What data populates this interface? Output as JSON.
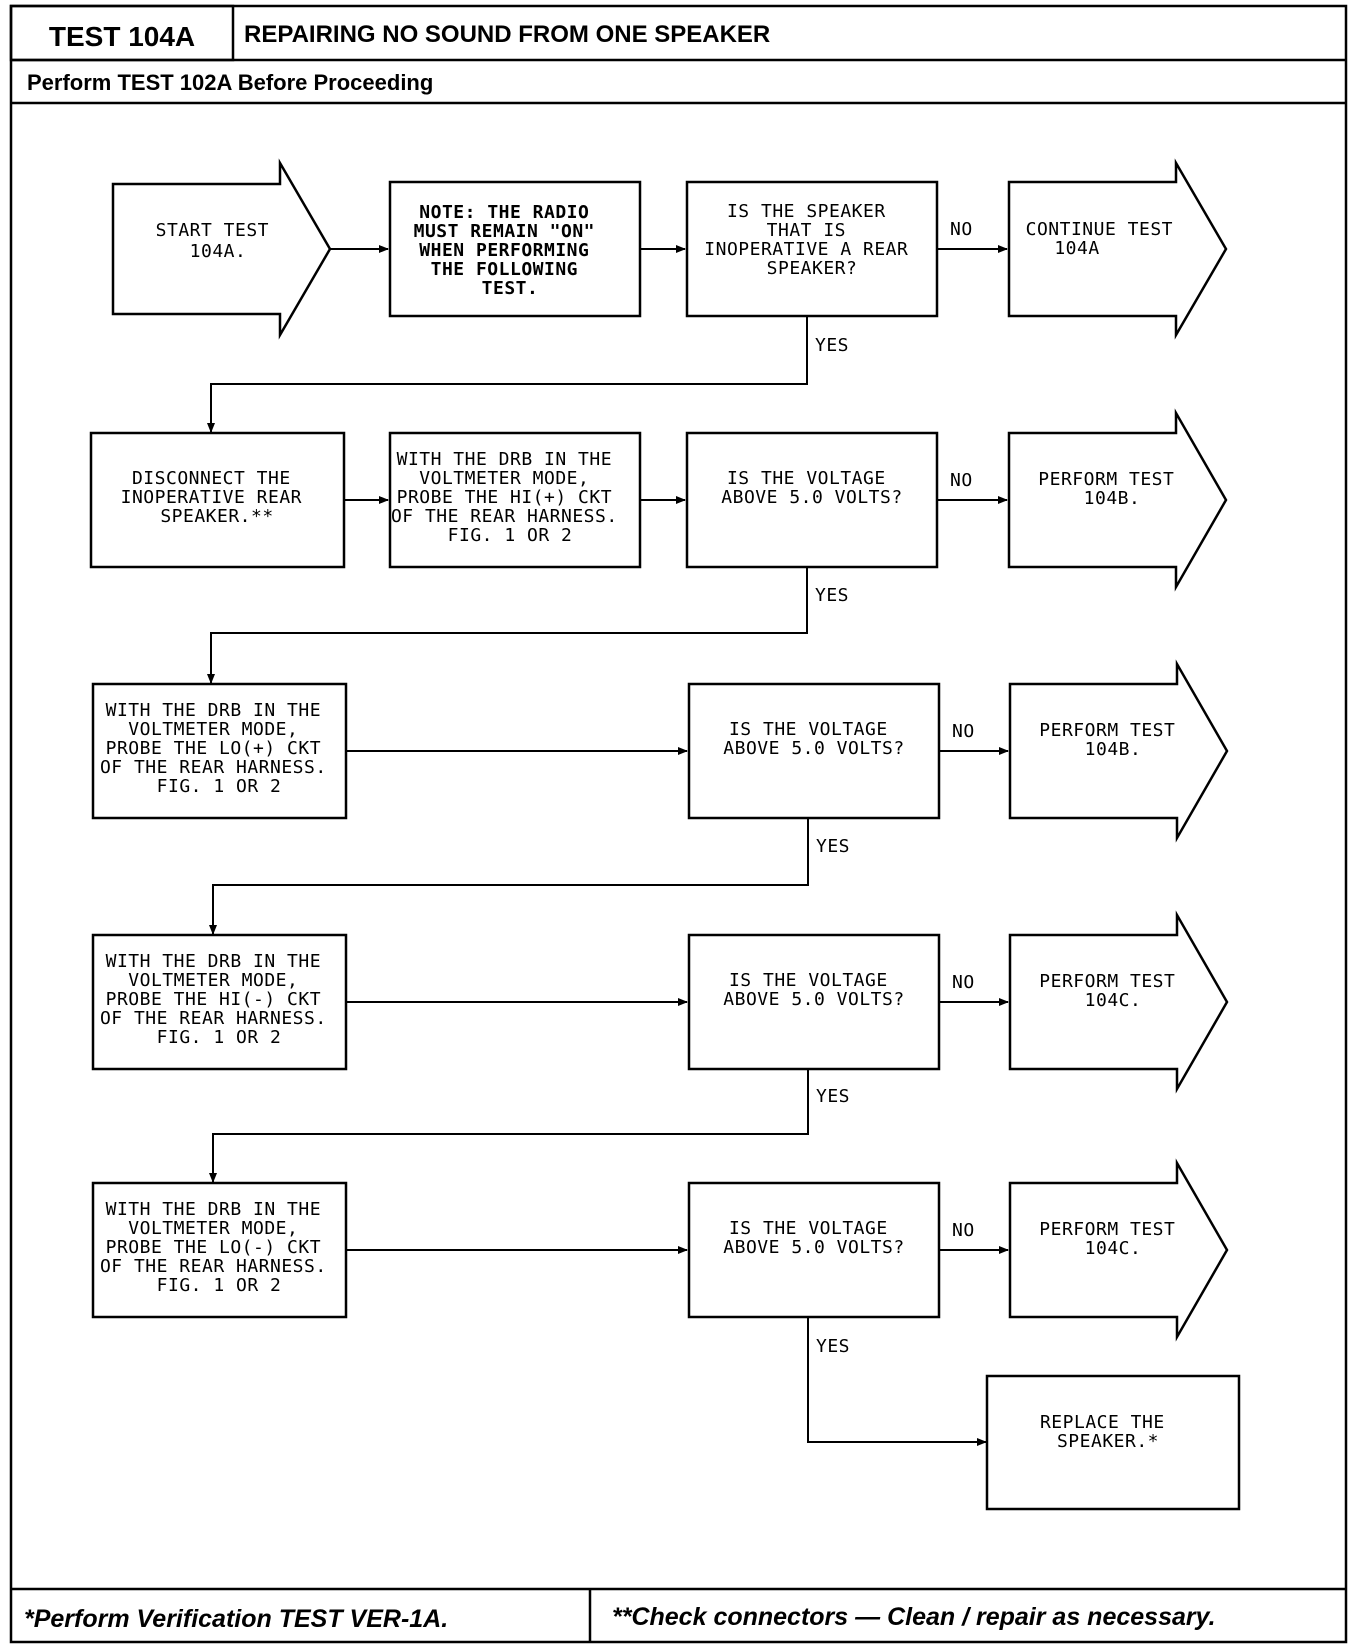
{
  "header": {
    "test_id": "TEST 104A",
    "title": "REPAIRING NO SOUND FROM ONE SPEAKER",
    "prerequisite": "Perform TEST 102A Before Proceeding"
  },
  "footer": {
    "left_note": "*Perform Verification TEST VER-1A.",
    "right_note": "**Check connectors — Clean / repair as necessary."
  },
  "flow": {
    "start": [
      "START TEST",
      "104A."
    ],
    "note": [
      "NOTE: THE RADIO",
      "MUST REMAIN \"ON\"",
      "WHEN PERFORMING",
      "THE FOLLOWING",
      "TEST."
    ],
    "q1": [
      "IS THE SPEAKER",
      "THAT IS",
      "INOPERATIVE A REAR",
      "SPEAKER?"
    ],
    "continue": [
      "CONTINUE TEST",
      "104A"
    ],
    "disconnect": [
      "DISCONNECT THE",
      "INOPERATIVE REAR",
      "SPEAKER.**"
    ],
    "probe1": [
      "WITH THE DRB IN THE",
      "VOLTMETER MODE,",
      "PROBE THE HI(+) CKT",
      "OF THE REAR HARNESS.",
      "FIG. 1 OR 2"
    ],
    "q2": [
      "IS THE VOLTAGE",
      "ABOVE 5.0 VOLTS?"
    ],
    "res2": [
      "PERFORM TEST",
      "104B."
    ],
    "probe2": [
      "WITH THE DRB IN THE",
      "VOLTMETER MODE,",
      "PROBE THE LO(+) CKT",
      "OF THE REAR HARNESS.",
      "FIG. 1 OR 2"
    ],
    "q3": [
      "IS THE VOLTAGE",
      "ABOVE 5.0 VOLTS?"
    ],
    "res3": [
      "PERFORM TEST",
      "104B."
    ],
    "probe3": [
      "WITH THE DRB IN THE",
      "VOLTMETER MODE,",
      "PROBE THE HI(-) CKT",
      "OF THE REAR HARNESS.",
      "FIG. 1 OR 2"
    ],
    "q4": [
      "IS THE VOLTAGE",
      "ABOVE 5.0 VOLTS?"
    ],
    "res4": [
      "PERFORM TEST",
      "104C."
    ],
    "probe4": [
      "WITH THE DRB IN THE",
      "VOLTMETER MODE,",
      "PROBE THE LO(-) CKT",
      "OF THE REAR HARNESS.",
      "FIG. 1 OR 2"
    ],
    "q5": [
      "IS THE VOLTAGE",
      "ABOVE 5.0 VOLTS?"
    ],
    "res5": [
      "PERFORM TEST",
      "104C."
    ],
    "replace": [
      "REPLACE THE",
      "SPEAKER.*"
    ]
  },
  "labels": {
    "no": "NO",
    "yes": "YES"
  }
}
